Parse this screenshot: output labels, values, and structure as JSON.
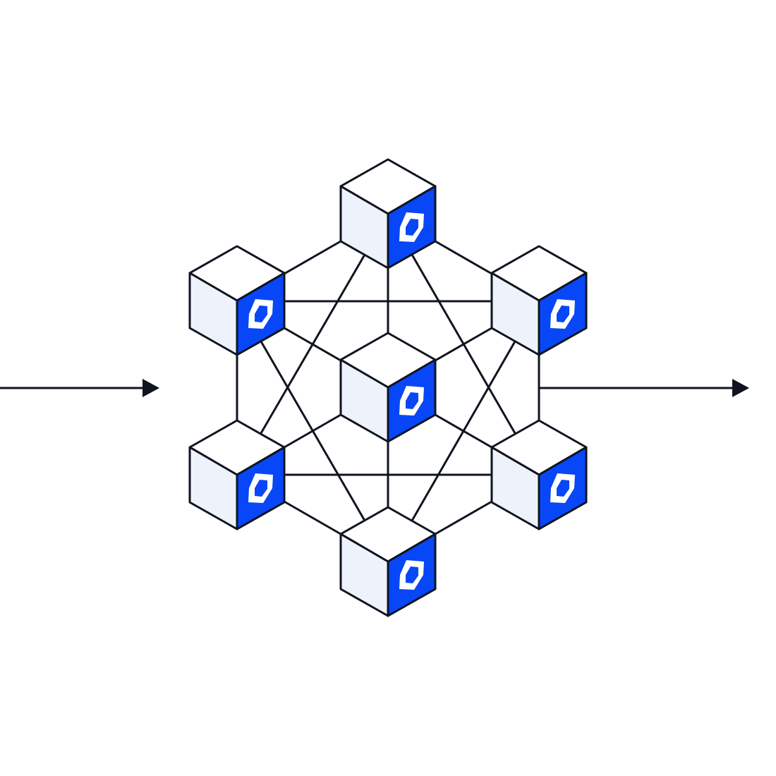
{
  "colors": {
    "stroke": "#0f1420",
    "cube_left": "#eef2fb",
    "cube_top": "#ffffff",
    "cube_right": "#0847f7",
    "logo": "#ffffff"
  },
  "nodes": [
    {
      "id": "top",
      "icon": "chainlink-hexagon-icon"
    },
    {
      "id": "upper-left",
      "icon": "chainlink-hexagon-icon"
    },
    {
      "id": "upper-right",
      "icon": "chainlink-hexagon-icon"
    },
    {
      "id": "center",
      "icon": "chainlink-hexagon-icon"
    },
    {
      "id": "lower-left",
      "icon": "chainlink-hexagon-icon"
    },
    {
      "id": "lower-right",
      "icon": "chainlink-hexagon-icon"
    },
    {
      "id": "bottom",
      "icon": "chainlink-hexagon-icon"
    }
  ],
  "arrows": [
    "input-arrow",
    "output-arrow"
  ]
}
